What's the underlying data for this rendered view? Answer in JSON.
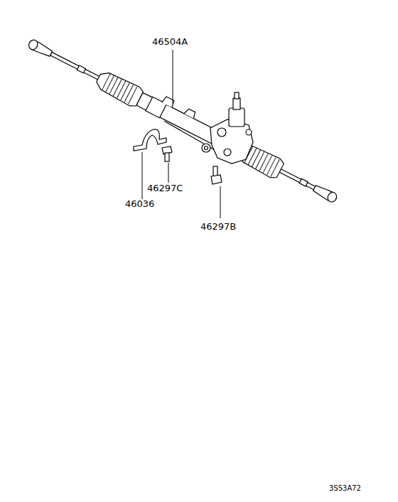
{
  "diagram": {
    "labels": [
      "46504A",
      "46036",
      "46297C",
      "46297B",
      "3SS3A72"
    ]
  }
}
